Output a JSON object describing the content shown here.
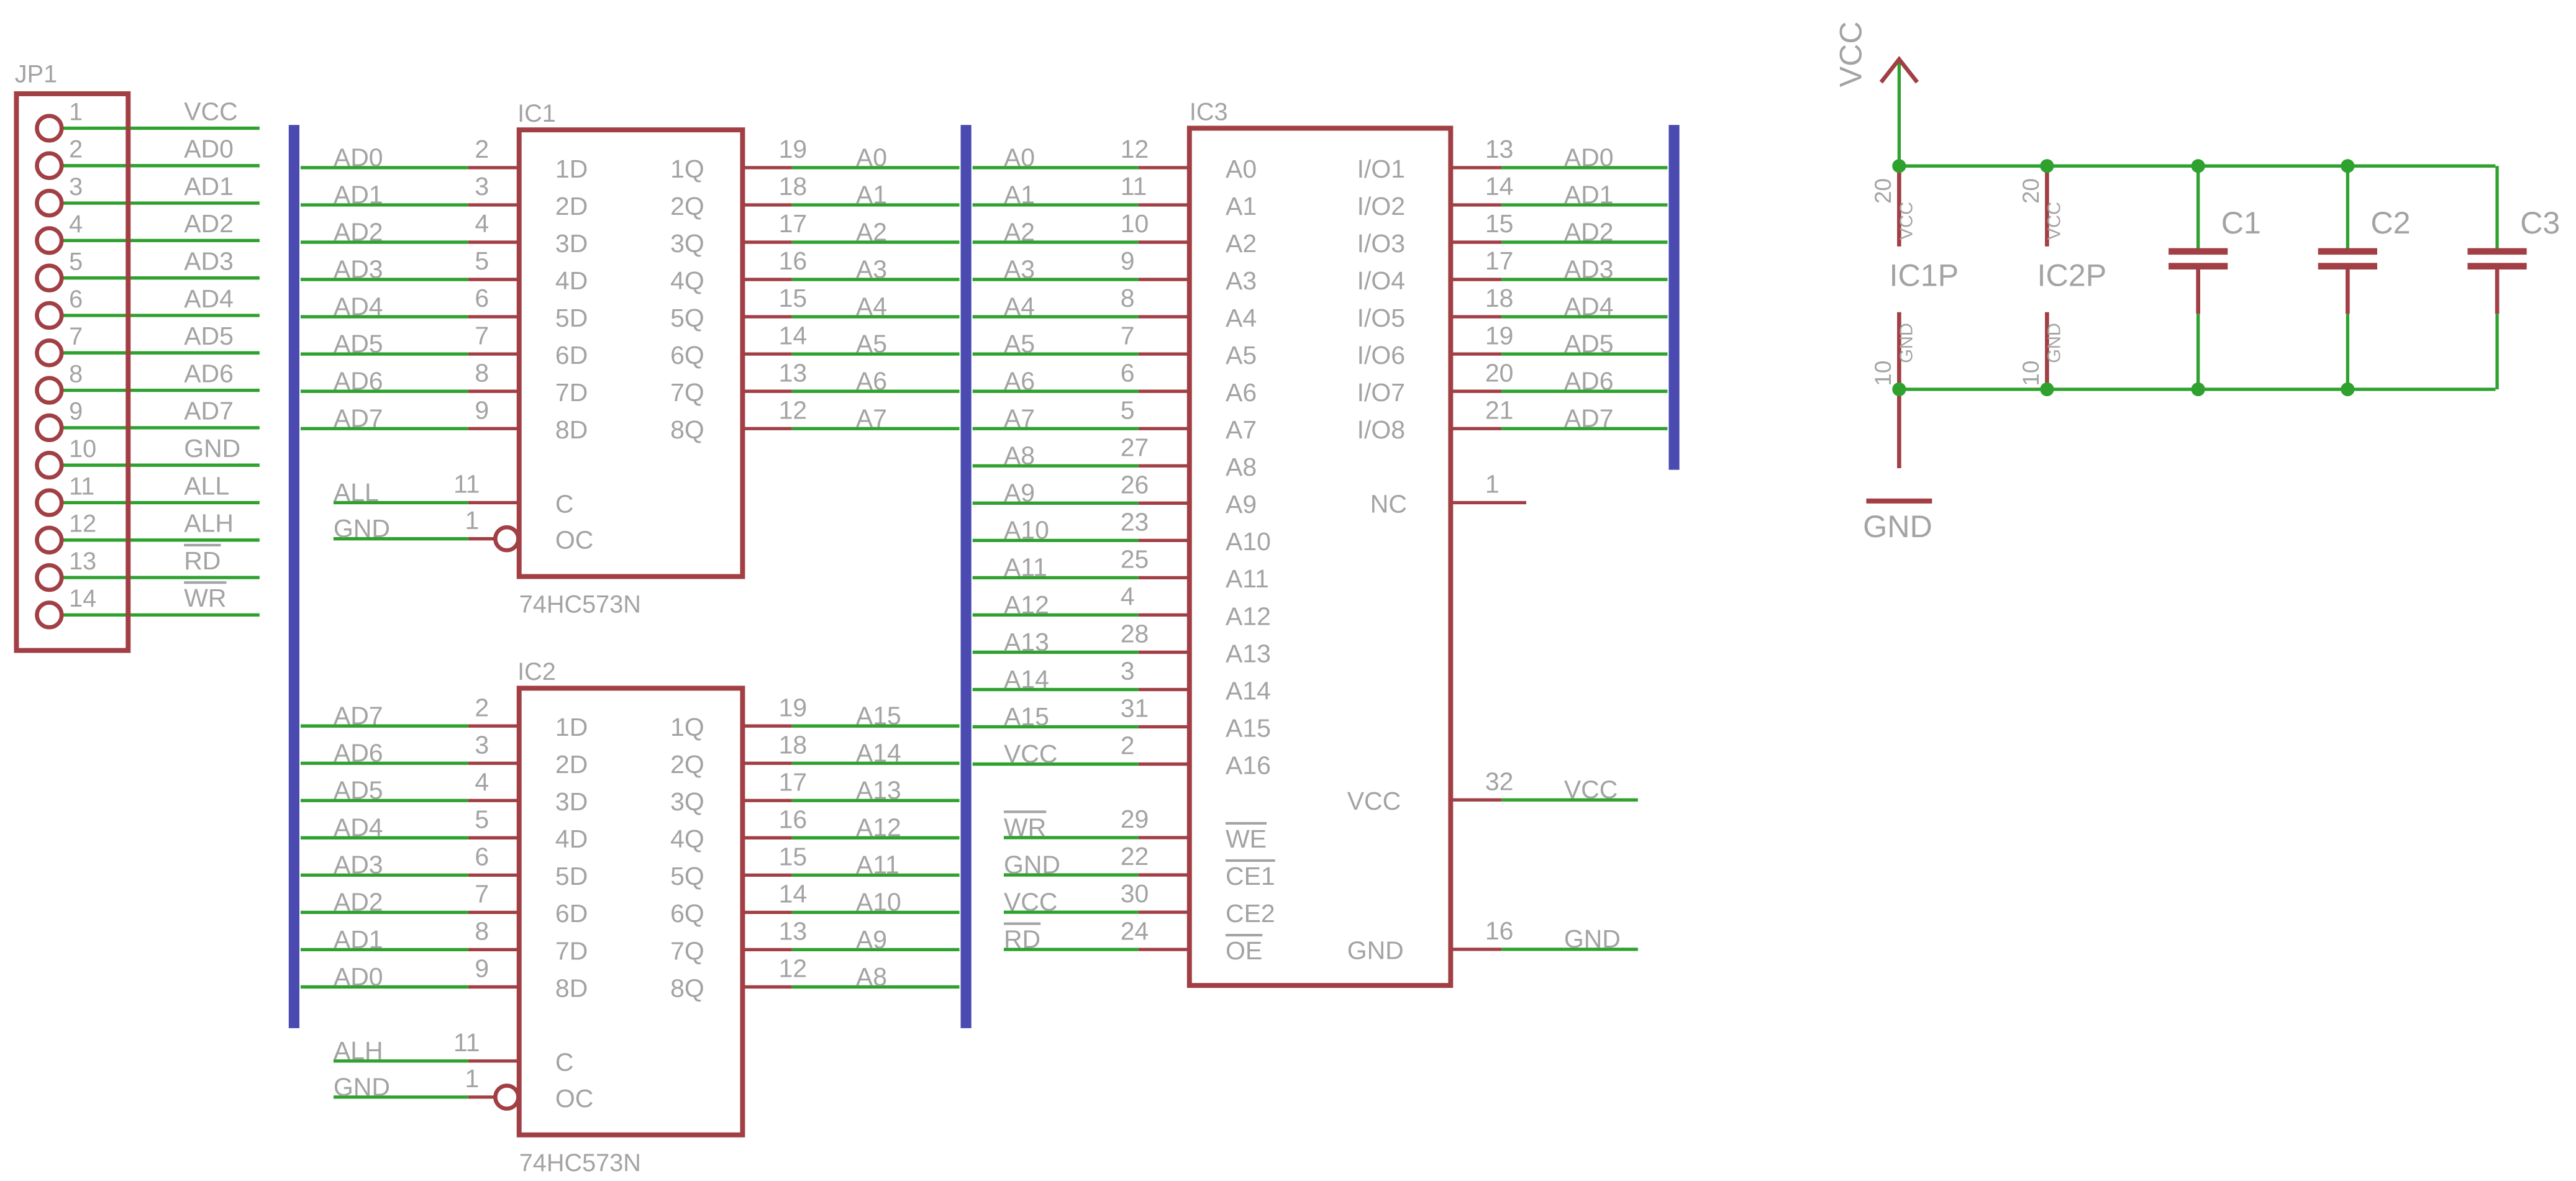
{
  "colors": {
    "wire": "#2ea12e",
    "body": "#a13f44",
    "bus": "#4a4ab0",
    "text": "#a3a3a3",
    "junction": "#2ea12e"
  },
  "jp1": {
    "ref": "JP1",
    "pins": [
      {
        "num": "1",
        "net": "VCC"
      },
      {
        "num": "2",
        "net": "AD0"
      },
      {
        "num": "3",
        "net": "AD1"
      },
      {
        "num": "4",
        "net": "AD2"
      },
      {
        "num": "5",
        "net": "AD3"
      },
      {
        "num": "6",
        "net": "AD4"
      },
      {
        "num": "7",
        "net": "AD5"
      },
      {
        "num": "8",
        "net": "AD6"
      },
      {
        "num": "9",
        "net": "AD7"
      },
      {
        "num": "10",
        "net": "GND"
      },
      {
        "num": "11",
        "net": "ALL"
      },
      {
        "num": "12",
        "net": "ALH"
      },
      {
        "num": "13",
        "net": "RD",
        "overline": true
      },
      {
        "num": "14",
        "net": "WR",
        "overline": true
      }
    ]
  },
  "ic1": {
    "ref": "IC1",
    "part": "74HC573N",
    "d_pins": [
      {
        "num": "2",
        "name": "1D",
        "net": "AD0"
      },
      {
        "num": "3",
        "name": "2D",
        "net": "AD1"
      },
      {
        "num": "4",
        "name": "3D",
        "net": "AD2"
      },
      {
        "num": "5",
        "name": "4D",
        "net": "AD3"
      },
      {
        "num": "6",
        "name": "5D",
        "net": "AD4"
      },
      {
        "num": "7",
        "name": "6D",
        "net": "AD5"
      },
      {
        "num": "8",
        "name": "7D",
        "net": "AD6"
      },
      {
        "num": "9",
        "name": "8D",
        "net": "AD7"
      }
    ],
    "q_pins": [
      {
        "num": "19",
        "name": "1Q",
        "net": "A0"
      },
      {
        "num": "18",
        "name": "2Q",
        "net": "A1"
      },
      {
        "num": "17",
        "name": "3Q",
        "net": "A2"
      },
      {
        "num": "16",
        "name": "4Q",
        "net": "A3"
      },
      {
        "num": "15",
        "name": "5Q",
        "net": "A4"
      },
      {
        "num": "14",
        "name": "6Q",
        "net": "A5"
      },
      {
        "num": "13",
        "name": "7Q",
        "net": "A6"
      },
      {
        "num": "12",
        "name": "8Q",
        "net": "A7"
      }
    ],
    "c_pin": {
      "num": "11",
      "name": "C",
      "net": "ALL"
    },
    "oc_pin": {
      "num": "1",
      "name": "OC",
      "net": "GND"
    }
  },
  "ic2": {
    "ref": "IC2",
    "part": "74HC573N",
    "d_pins": [
      {
        "num": "2",
        "name": "1D",
        "net": "AD7"
      },
      {
        "num": "3",
        "name": "2D",
        "net": "AD6"
      },
      {
        "num": "4",
        "name": "3D",
        "net": "AD5"
      },
      {
        "num": "5",
        "name": "4D",
        "net": "AD4"
      },
      {
        "num": "6",
        "name": "5D",
        "net": "AD3"
      },
      {
        "num": "7",
        "name": "6D",
        "net": "AD2"
      },
      {
        "num": "8",
        "name": "7D",
        "net": "AD1"
      },
      {
        "num": "9",
        "name": "8D",
        "net": "AD0"
      }
    ],
    "q_pins": [
      {
        "num": "19",
        "name": "1Q",
        "net": "A15"
      },
      {
        "num": "18",
        "name": "2Q",
        "net": "A14"
      },
      {
        "num": "17",
        "name": "3Q",
        "net": "A13"
      },
      {
        "num": "16",
        "name": "4Q",
        "net": "A12"
      },
      {
        "num": "15",
        "name": "5Q",
        "net": "A11"
      },
      {
        "num": "14",
        "name": "6Q",
        "net": "A10"
      },
      {
        "num": "13",
        "name": "7Q",
        "net": "A9"
      },
      {
        "num": "12",
        "name": "8Q",
        "net": "A8"
      }
    ],
    "c_pin": {
      "num": "11",
      "name": "C",
      "net": "ALH"
    },
    "oc_pin": {
      "num": "1",
      "name": "OC",
      "net": "GND"
    }
  },
  "ic3": {
    "ref": "IC3",
    "addr_pins": [
      {
        "num": "12",
        "name": "A0",
        "net": "A0"
      },
      {
        "num": "11",
        "name": "A1",
        "net": "A1"
      },
      {
        "num": "10",
        "name": "A2",
        "net": "A2"
      },
      {
        "num": "9",
        "name": "A3",
        "net": "A3"
      },
      {
        "num": "8",
        "name": "A4",
        "net": "A4"
      },
      {
        "num": "7",
        "name": "A5",
        "net": "A5"
      },
      {
        "num": "6",
        "name": "A6",
        "net": "A6"
      },
      {
        "num": "5",
        "name": "A7",
        "net": "A7"
      },
      {
        "num": "27",
        "name": "A8",
        "net": "A8"
      },
      {
        "num": "26",
        "name": "A9",
        "net": "A9"
      },
      {
        "num": "23",
        "name": "A10",
        "net": "A10"
      },
      {
        "num": "25",
        "name": "A11",
        "net": "A11"
      },
      {
        "num": "4",
        "name": "A12",
        "net": "A12"
      },
      {
        "num": "28",
        "name": "A13",
        "net": "A13"
      },
      {
        "num": "3",
        "name": "A14",
        "net": "A14"
      },
      {
        "num": "31",
        "name": "A15",
        "net": "A15"
      },
      {
        "num": "2",
        "name": "A16",
        "net": "VCC"
      }
    ],
    "ctrl_pins": [
      {
        "num": "29",
        "name": "WE",
        "name_overline": true,
        "net": "WR",
        "net_overline": true
      },
      {
        "num": "22",
        "name": "CE1",
        "name_overline": true,
        "net": "GND",
        "net_overline": false
      },
      {
        "num": "30",
        "name": "CE2",
        "name_overline": false,
        "net": "VCC",
        "net_overline": false
      },
      {
        "num": "24",
        "name": "OE",
        "name_overline": true,
        "net": "RD",
        "net_overline": true
      }
    ],
    "io_pins": [
      {
        "num": "13",
        "name": "I/O1",
        "net": "AD0"
      },
      {
        "num": "14",
        "name": "I/O2",
        "net": "AD1"
      },
      {
        "num": "15",
        "name": "I/O3",
        "net": "AD2"
      },
      {
        "num": "17",
        "name": "I/O4",
        "net": "AD3"
      },
      {
        "num": "18",
        "name": "I/O5",
        "net": "AD4"
      },
      {
        "num": "19",
        "name": "I/O6",
        "net": "AD5"
      },
      {
        "num": "20",
        "name": "I/O7",
        "net": "AD6"
      },
      {
        "num": "21",
        "name": "I/O8",
        "net": "AD7"
      }
    ],
    "nc_pin": {
      "num": "1",
      "name": "NC"
    },
    "vcc_pin": {
      "num": "32",
      "name": "VCC",
      "net": "VCC"
    },
    "gnd_pin": {
      "num": "16",
      "name": "GND",
      "net": "GND"
    }
  },
  "power": {
    "vcc_label": "VCC",
    "gnd_label": "GND",
    "units": [
      {
        "ref": "IC1P",
        "vcc_num": "20",
        "vcc_name": "VCC",
        "gnd_num": "10",
        "gnd_name": "GND"
      },
      {
        "ref": "IC2P",
        "vcc_num": "20",
        "vcc_name": "VCC",
        "gnd_num": "10",
        "gnd_name": "GND"
      }
    ],
    "caps": [
      "C1",
      "C2",
      "C3"
    ]
  }
}
